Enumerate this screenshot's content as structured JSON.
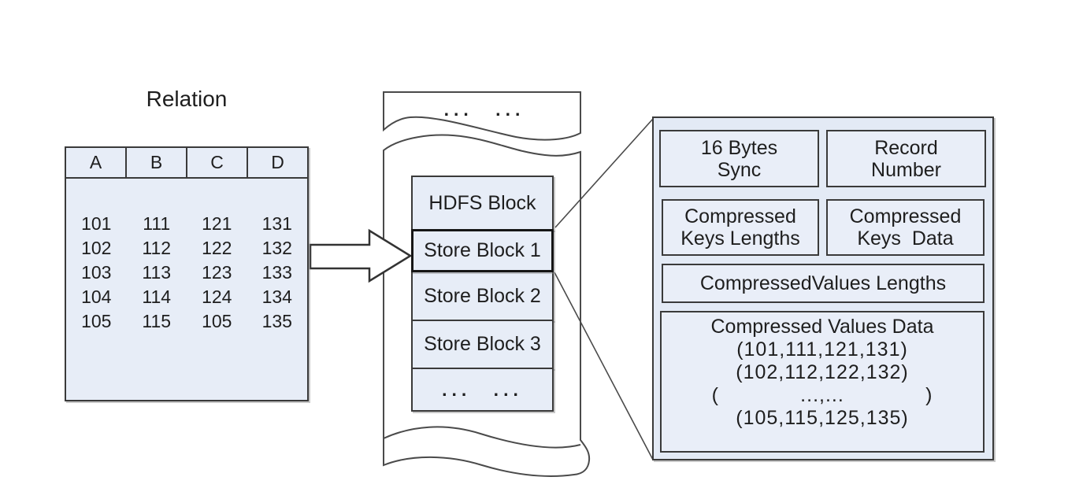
{
  "diagram": {
    "relation": {
      "title": "Relation",
      "columns": [
        "A",
        "B",
        "C",
        "D"
      ],
      "rows": [
        [
          "101",
          "111",
          "121",
          "131"
        ],
        [
          "102",
          "112",
          "122",
          "132"
        ],
        [
          "103",
          "113",
          "123",
          "133"
        ],
        [
          "104",
          "114",
          "124",
          "134"
        ],
        [
          "105",
          "115",
          "105",
          "135"
        ]
      ]
    },
    "hdfs_file": {
      "top_dots": "... ...",
      "blocks": [
        "HDFS Block",
        "Store Block 1",
        "Store Block 2",
        "Store Block 3"
      ],
      "bottom_dots": "... ..."
    },
    "store_block_detail": {
      "sync": "16 Bytes\nSync",
      "record": "Record\nNumber",
      "keys_lengths": "Compressed\nKeys Lengths",
      "keys_data": "Compressed\nKeys  Data",
      "values_lengths": "CompressedValues Lengths",
      "values_data_title": "Compressed Values Data",
      "tuples": [
        "(101,111,121,131)",
        "(102,112,122,132)",
        "(             ...,...             )",
        "(105,115,125,135)"
      ]
    },
    "colors": {
      "box_fill": "#e7edf7",
      "panel_fill": "#e3eaf5",
      "border": "#3a3a3a",
      "background": "#ffffff"
    }
  }
}
